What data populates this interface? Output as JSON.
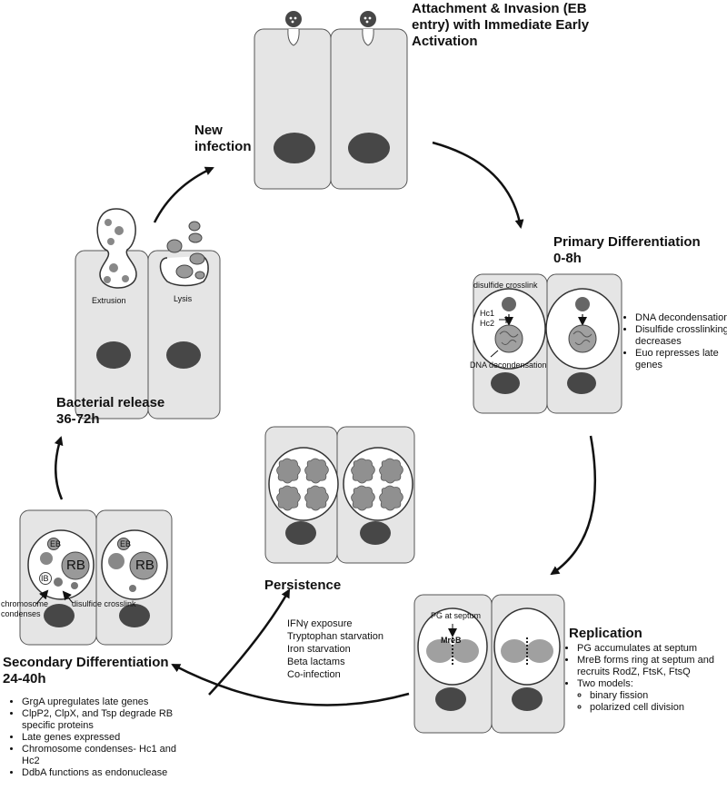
{
  "stages": {
    "attachment": {
      "title_lines": [
        "Attachment & Invasion (EB",
        "entry) with Immediate Early",
        "Activation"
      ]
    },
    "new_infection": {
      "title_lines": [
        "New",
        "infection"
      ]
    },
    "primary": {
      "title_lines": [
        "Primary Differentiation",
        "0-8h"
      ],
      "labels": {
        "crosslink": "disulfide crosslink",
        "hc1": "Hc1",
        "hc2": "Hc2",
        "decondensation": "DNA decondensation"
      },
      "bullets": [
        "DNA decondensation",
        "Disulfide crosslinking decreases",
        "Euo represses late genes"
      ]
    },
    "replication": {
      "title": "Replication",
      "labels": {
        "pg": "PG at septum",
        "mreb": "MreB"
      },
      "bullets": [
        "PG accumulates at septum",
        "MreB forms ring at septum and recruits RodZ, FtsK, FtsQ",
        "Two models:"
      ],
      "sub_bullets": [
        "binary fission",
        "polarized cell division"
      ]
    },
    "persistence": {
      "title": "Persistence",
      "triggers": [
        "IFNγ exposure",
        "Tryptophan starvation",
        "Iron starvation",
        "Beta lactams",
        "Co-infection"
      ]
    },
    "secondary": {
      "title_lines": [
        "Secondary Differentiation",
        "24-40h"
      ],
      "labels": {
        "eb": "EB",
        "rb": "RB",
        "ib": "IB",
        "chromosome": "chromosome condenses",
        "crosslink": "disulfide crosslink"
      },
      "bullets": [
        "GrgA upregulates late genes",
        "ClpP2, ClpX, and Tsp degrade RB specific proteins",
        "Late genes expressed",
        "Chromosome condenses- Hc1 and Hc2",
        "DdbA functions as endonuclease"
      ]
    },
    "release": {
      "title_lines": [
        "Bacterial release",
        "36-72h"
      ],
      "labels": {
        "extrusion": "Extrusion",
        "lysis": "Lysis"
      }
    }
  },
  "colors": {
    "cell_fill": "#e5e5e5",
    "nucleus": "#474747",
    "bacterium": "#8a8a8a",
    "outline": "#555555"
  }
}
